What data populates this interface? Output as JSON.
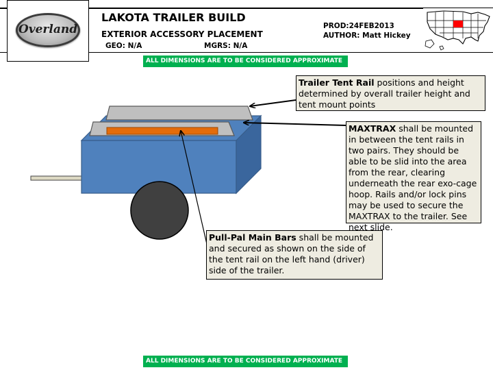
{
  "header": {
    "logo_text": "Overland",
    "title": "LAKOTA TRAILER BUILD",
    "subtitle": "EXTERIOR ACCESSORY PLACEMENT",
    "geo": "GEO: N/A",
    "mgrs": "MGRS: N/A",
    "prod": "PROD:24FEB2013",
    "author": "AUTHOR: Matt Hickey"
  },
  "banners": {
    "top": "ALL DIMENSIONS ARE TO BE CONSIDERED APPROXIMATE",
    "bottom": "ALL DIMENSIONS ARE TO BE CONSIDERED APPROXIMATE"
  },
  "callouts": {
    "tent_rail": {
      "bold": "Trailer Tent Rail",
      "text": " positions and height determined by overall trailer height and tent mount points"
    },
    "maxtrax": {
      "bold": "MAXTRAX",
      "text": " shall be mounted in between the tent rails in two pairs.  They should be able to be slid into the area from the rear, clearing underneath the rear exo-cage hoop.  Rails and/or lock pins may be used to secure the MAXTRAX to the trailer.  See next slide."
    },
    "pullpal": {
      "bold": "Pull-Pal Main Bars",
      "text": " shall be mounted and secured as shown on the side of the tent rail on the left hand (driver) side of the trailer."
    }
  },
  "colors": {
    "banner_green": "#00b050",
    "trailer_blue": "#4f81bd",
    "rail_gray": "#bfbfbf",
    "maxtrax_orange": "#e46c0a",
    "wheel": "#404040",
    "highlight_state": "#ff0000"
  },
  "icons": {
    "logo": "overland-logo-icon",
    "map": "us-map-icon"
  }
}
